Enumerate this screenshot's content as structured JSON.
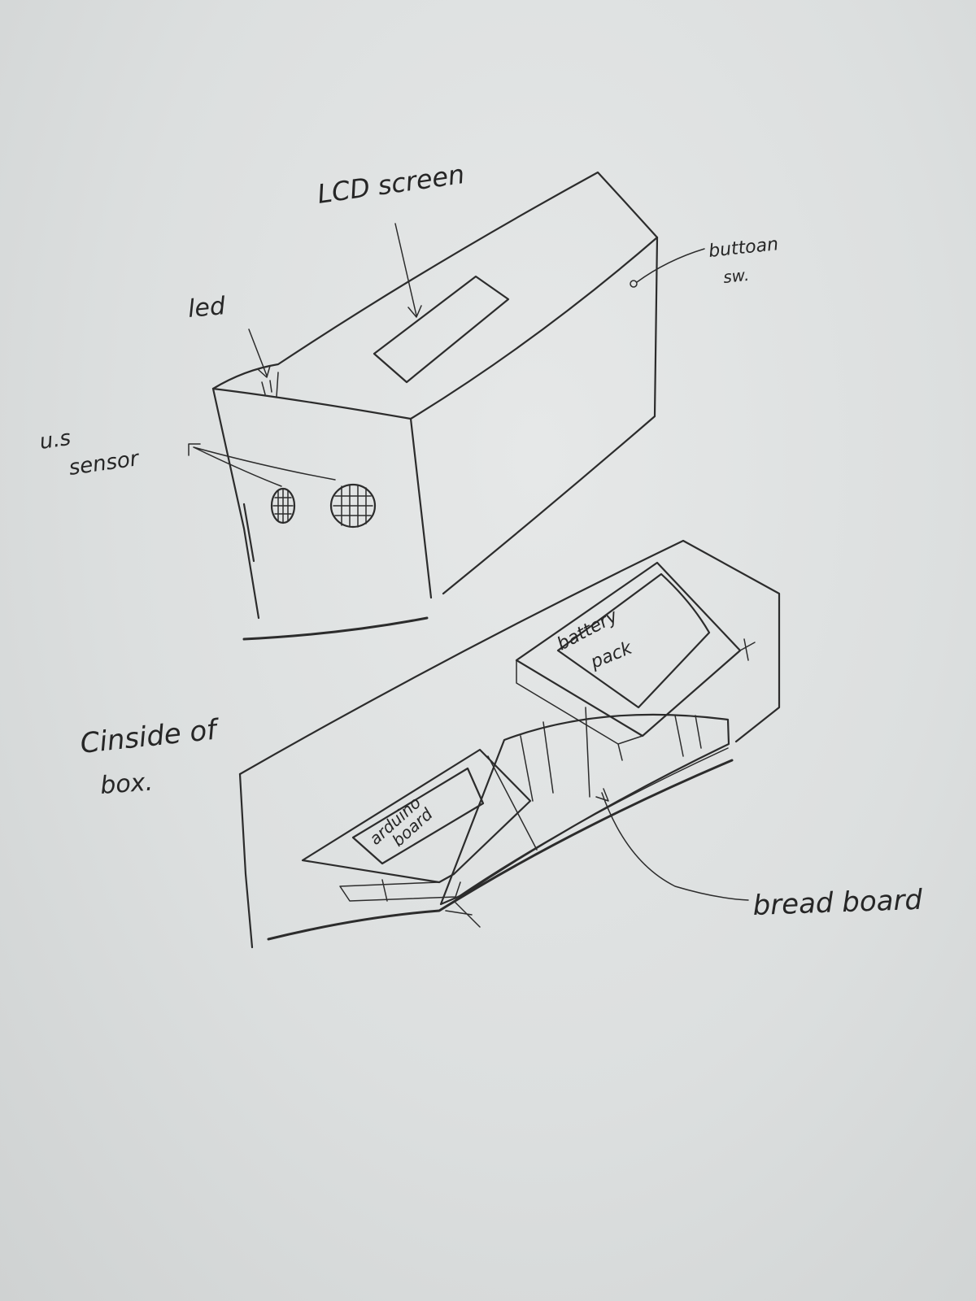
{
  "labels": {
    "lcd": "LCD screen",
    "led": "led",
    "button_line1": "buttoan",
    "button_line2": "sw.",
    "us_line1": "u.s",
    "us_line2": "sensor",
    "inside_line1": "Cinside of",
    "inside_line2": "box.",
    "battery_line1": "battery",
    "battery_line2": "pack",
    "arduino_line1": "arduino",
    "arduino_line2": "board",
    "breadboard": "bread board"
  }
}
